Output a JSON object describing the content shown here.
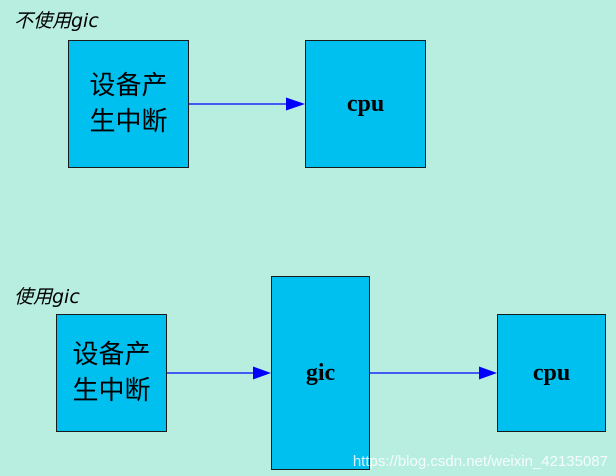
{
  "diagram_without_gic": {
    "title": "不使用gic",
    "device_box": "设备产生中断",
    "cpu_box": "cpu"
  },
  "diagram_with_gic": {
    "title": "使用gic",
    "device_box": "设备产生中断",
    "gic_box": "gic",
    "cpu_box": "cpu"
  },
  "watermark": "https://blog.csdn.net/weixin_42135087",
  "colors": {
    "background": "#b8eee0",
    "box_fill": "#00c0f0",
    "arrow": "#0000ff"
  }
}
